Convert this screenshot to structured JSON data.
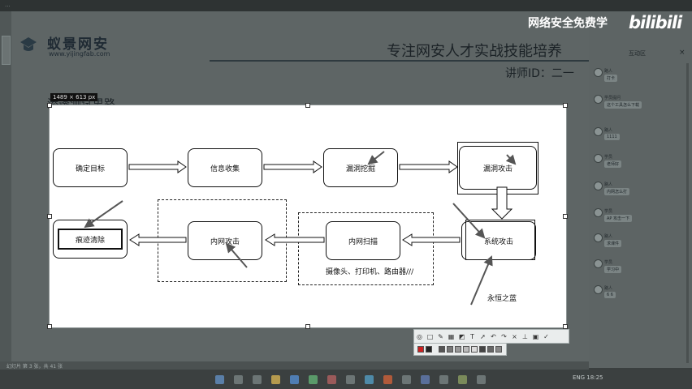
{
  "window": {
    "title": "..."
  },
  "slide": {
    "logo_name": "蚁景网安",
    "logo_url": "www.yijingfab.com",
    "slogan": "专注网安人才实战技能培养",
    "teacher": "讲师ID：二一",
    "title": "渗透测试思路",
    "capture_size": "1489 × 613 px"
  },
  "flow": {
    "step1": "确定目标",
    "step2": "信息收集",
    "step3": "漏洞挖掘",
    "step4": "漏洞攻击",
    "step5": "系统攻击",
    "step6": "内网扫描",
    "step7": "内网攻击",
    "step8": "痕迹清除",
    "scan_targets": "摄像头、打印机、路由器///",
    "note": "永恒之蓝"
  },
  "brand": {
    "text": "网络安全免费学",
    "logo": "bilibili"
  },
  "side_panel": {
    "title": "互动区",
    "close": "×",
    "messages": [
      {
        "user": "路人",
        "text": "打卡"
      },
      {
        "user": "学员提问",
        "text": "这个工具怎么下载"
      },
      {
        "user": "路人",
        "text": "1111"
      },
      {
        "user": "学员",
        "text": "老师好"
      },
      {
        "user": "路人",
        "text": "内网怎么打"
      },
      {
        "user": "学员",
        "text": "AP 攻击一下"
      },
      {
        "user": "路人",
        "text": "求课件"
      },
      {
        "user": "学员",
        "text": "学习中"
      },
      {
        "user": "路人",
        "text": "6 6"
      }
    ]
  },
  "statusbar": {
    "text": "幻灯片 第 3 张，共 41 张"
  },
  "taskbar": {
    "tray": "ENG  18:25"
  },
  "toolbar_icons": [
    "select-icon",
    "rect-icon",
    "pen-icon",
    "mosaic-icon",
    "text-icon",
    "arrow-icon",
    "undo-icon",
    "redo-icon",
    "close-icon",
    "pin-icon",
    "save-icon",
    "copy-icon"
  ]
}
